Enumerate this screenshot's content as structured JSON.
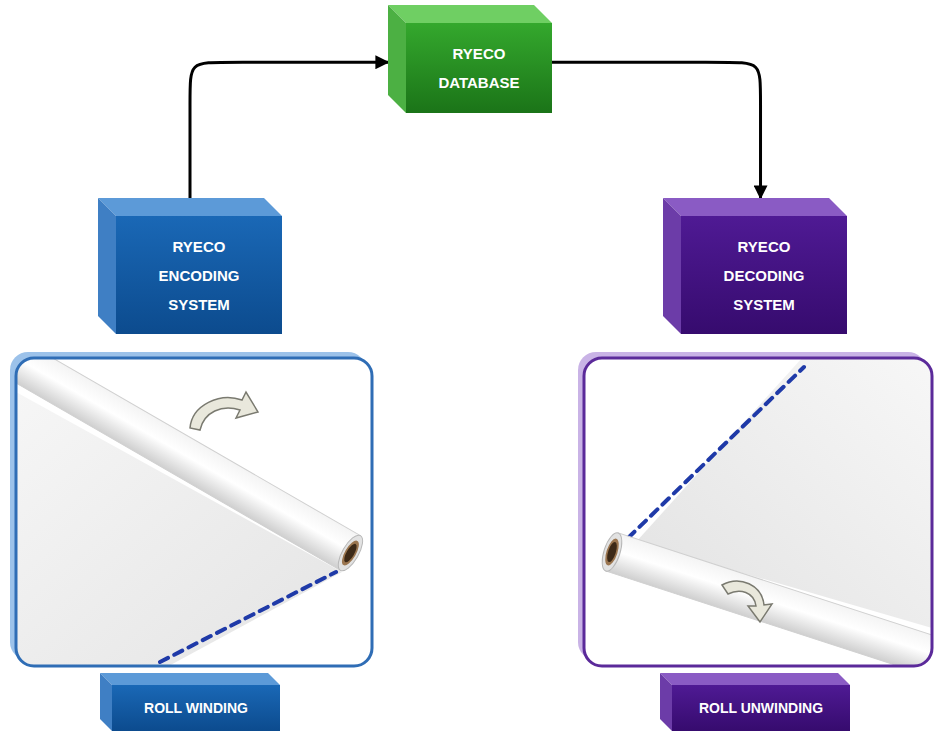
{
  "diagram": {
    "nodes": [
      {
        "text": [
          "RYECO DATABASE"
        ]
      },
      {
        "text": [
          "RYECO ENCODING SYSTEM"
        ]
      },
      {
        "text": [
          "RYECO DECODING SYSTEM"
        ]
      },
      {
        "text": [
          "ROLL WINDING"
        ]
      },
      {
        "text": [
          "ROLL UNWINDING"
        ]
      }
    ],
    "edges": [
      {
        "from": 1,
        "to": 0,
        "arrow": "to"
      },
      {
        "from": 0,
        "to": 2,
        "arrow": "to"
      }
    ]
  }
}
